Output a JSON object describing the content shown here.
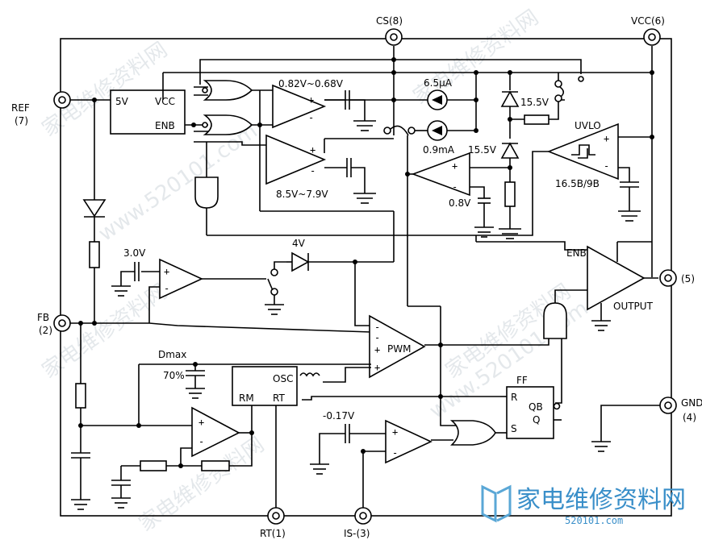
{
  "pins": {
    "cs": "CS(8)",
    "vcc": "VCC(6)",
    "ref": "REF",
    "ref_num": "(7)",
    "fb": "FB",
    "fb_num": "(2)",
    "output": "(5)",
    "gnd": "GND",
    "gnd_num": "(4)",
    "rt": "RT(1)",
    "is": "IS-(3)"
  },
  "blocks": {
    "regulator_5v": "5V",
    "regulator_vcc": "VCC",
    "regulator_enb": "ENB",
    "uvlo": "UVLO",
    "uvlo_threshold": "16.5B/9B",
    "output_enb": "ENB",
    "output_label": "OUTPUT",
    "pwm": "PWM",
    "osc": "OSC",
    "rm": "RM",
    "rt": "RT",
    "ff": "FF",
    "ff_r": "R",
    "ff_s": "S",
    "ff_qb": "QB",
    "ff_q": "Q"
  },
  "values": {
    "cs_window_high": "0.82V~0.68V",
    "cs_window_low": "8.5V~7.9V",
    "current_source_1": "6.5μA",
    "current_source_2": "0.9mA",
    "zener_1": "15.5V",
    "zener_2": "15.5V",
    "comp_ref": "0.8V",
    "fb_ref": "3.0V",
    "diode_4v": "4V",
    "dmax": "Dmax",
    "dmax_pct": "70%",
    "is_ref": "-0.17V"
  },
  "watermark": {
    "text_cn": "家电维修资料网",
    "url": "www.520101.com",
    "logo_cn": "家电维修资料网",
    "logo_url": "520101.com"
  },
  "colors": {
    "logo": "#3a8fc9",
    "watermark": "#cfd6dc"
  }
}
